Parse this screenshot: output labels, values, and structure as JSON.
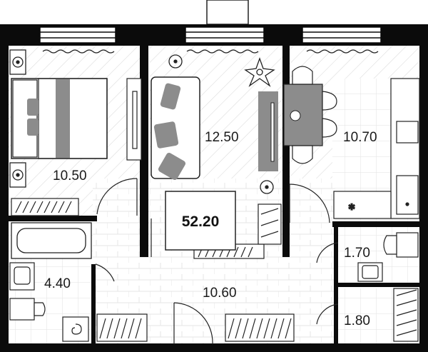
{
  "plan": {
    "total_area": "52.20",
    "rooms": [
      {
        "id": "bedroom",
        "area": "10.50"
      },
      {
        "id": "living-room",
        "area": "12.50"
      },
      {
        "id": "kitchen",
        "area": "10.70"
      },
      {
        "id": "bathroom",
        "area": "4.40"
      },
      {
        "id": "hallway",
        "area": "10.60"
      },
      {
        "id": "toilet",
        "area": "1.70"
      },
      {
        "id": "storage",
        "area": "1.80"
      }
    ]
  },
  "colors": {
    "wall": "#0b0b0b",
    "furniture": "#8c8c8c",
    "floor_pattern": "#d9d9d9"
  }
}
